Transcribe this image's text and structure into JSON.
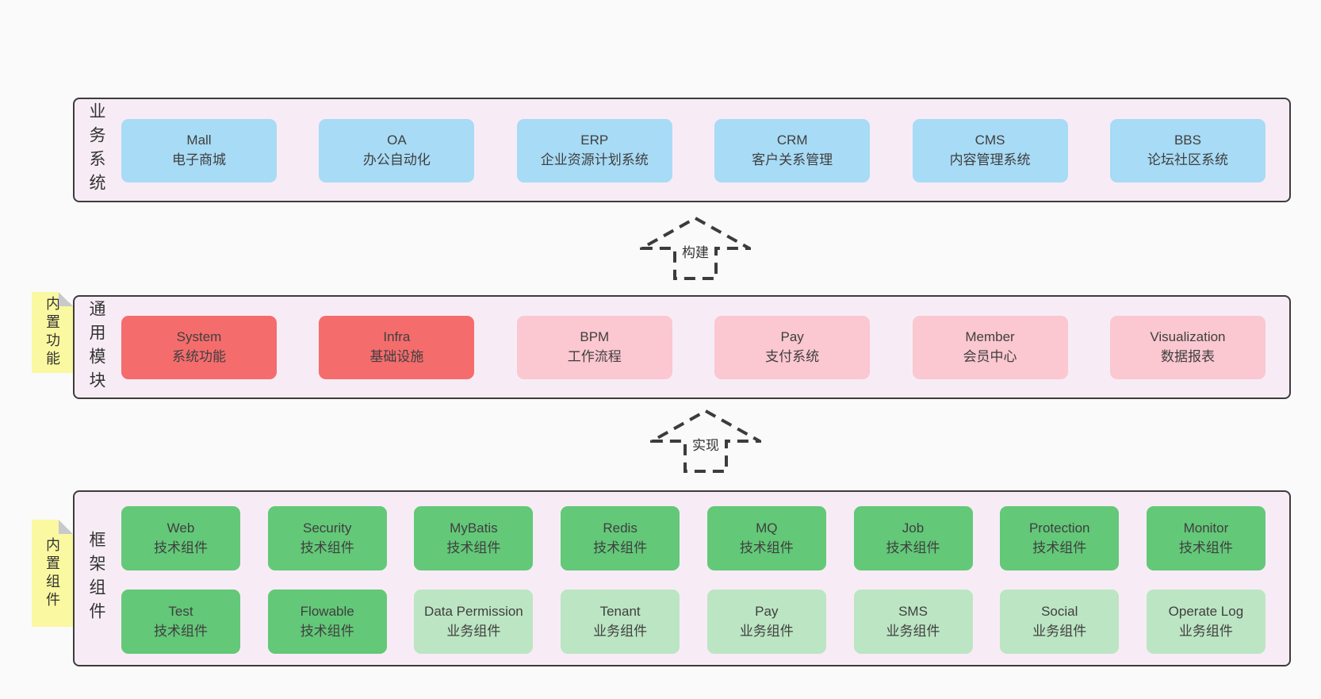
{
  "colors": {
    "page_bg": "#fafafa",
    "band_bg": "#f7ecf5",
    "band_border": "#3c3c3c",
    "business_box": "#a8dbf5",
    "core_module_box": "#f56c6c",
    "module_box": "#fbc7d0",
    "tech_component_box": "#63c878",
    "biz_component_box": "#bce5c3",
    "sticky_note": "#faf8a0"
  },
  "arrows": {
    "build": "构建",
    "implement": "实现"
  },
  "bands": {
    "business": {
      "label": "业务系统",
      "boxes": [
        {
          "name": "Mall",
          "desc": "电子商城"
        },
        {
          "name": "OA",
          "desc": "办公自动化"
        },
        {
          "name": "ERP",
          "desc": "企业资源计划系统"
        },
        {
          "name": "CRM",
          "desc": "客户关系管理"
        },
        {
          "name": "CMS",
          "desc": "内容管理系统"
        },
        {
          "name": "BBS",
          "desc": "论坛社区系统"
        }
      ]
    },
    "modules": {
      "label": "通用模块",
      "sticky": "内置功能",
      "boxes": [
        {
          "name": "System",
          "desc": "系统功能",
          "type": "core"
        },
        {
          "name": "Infra",
          "desc": "基础设施",
          "type": "core"
        },
        {
          "name": "BPM",
          "desc": "工作流程",
          "type": "module"
        },
        {
          "name": "Pay",
          "desc": "支付系统",
          "type": "module"
        },
        {
          "name": "Member",
          "desc": "会员中心",
          "type": "module"
        },
        {
          "name": "Visualization",
          "desc": "数据报表",
          "type": "module"
        }
      ]
    },
    "components": {
      "label": "框架组件",
      "sticky": "内置组件",
      "row1": [
        {
          "name": "Web",
          "desc": "技术组件",
          "type": "tech"
        },
        {
          "name": "Security",
          "desc": "技术组件",
          "type": "tech"
        },
        {
          "name": "MyBatis",
          "desc": "技术组件",
          "type": "tech"
        },
        {
          "name": "Redis",
          "desc": "技术组件",
          "type": "tech"
        },
        {
          "name": "MQ",
          "desc": "技术组件",
          "type": "tech"
        },
        {
          "name": "Job",
          "desc": "技术组件",
          "type": "tech"
        },
        {
          "name": "Protection",
          "desc": "技术组件",
          "type": "tech"
        },
        {
          "name": "Monitor",
          "desc": "技术组件",
          "type": "tech"
        }
      ],
      "row2": [
        {
          "name": "Test",
          "desc": "技术组件",
          "type": "tech"
        },
        {
          "name": "Flowable",
          "desc": "技术组件",
          "type": "tech"
        },
        {
          "name": "Data Permission",
          "desc": "业务组件",
          "type": "biz"
        },
        {
          "name": "Tenant",
          "desc": "业务组件",
          "type": "biz"
        },
        {
          "name": "Pay",
          "desc": "业务组件",
          "type": "biz"
        },
        {
          "name": "SMS",
          "desc": "业务组件",
          "type": "biz"
        },
        {
          "name": "Social",
          "desc": "业务组件",
          "type": "biz"
        },
        {
          "name": "Operate Log",
          "desc": "业务组件",
          "type": "biz"
        }
      ]
    }
  }
}
